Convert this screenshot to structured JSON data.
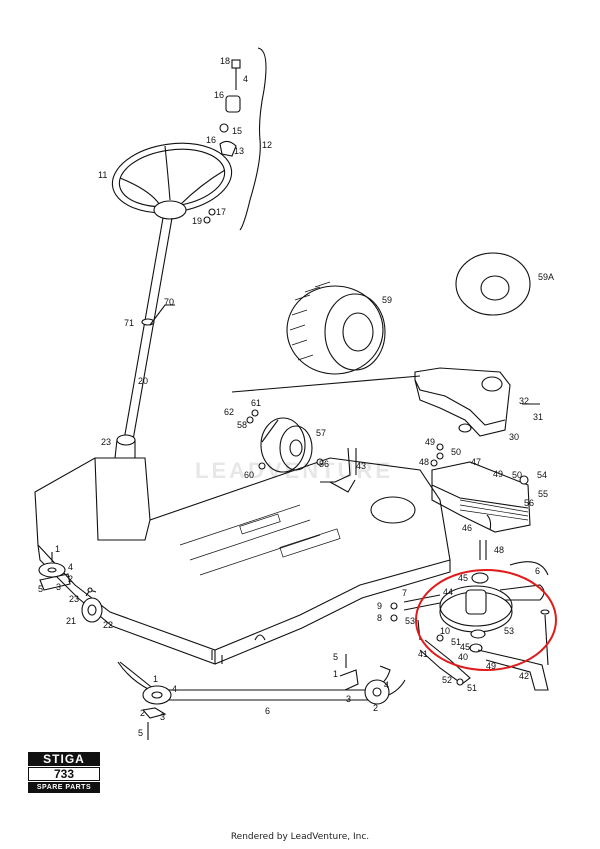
{
  "brand": {
    "name": "STIGA",
    "model": "733",
    "subtitle": "SPARE PARTS"
  },
  "watermark": "LEADVENTURE",
  "footer": "Rendered by LeadVenture, Inc.",
  "highlight_color": "#e01b1b",
  "callouts": {
    "c18": "18",
    "c4a": "4",
    "c16a": "16",
    "c15": "15",
    "c16b": "16",
    "c13": "13",
    "c12": "12",
    "c11": "11",
    "c17": "17",
    "c19": "19",
    "c70": "70",
    "c71": "71",
    "c20": "20",
    "c23a": "23",
    "c59": "59",
    "c59A": "59A",
    "c32": "32",
    "c31": "31",
    "c30": "30",
    "c62": "62",
    "c61": "61",
    "c58": "58",
    "c57": "57",
    "c60": "60",
    "c56a": "56",
    "c43": "43",
    "c49a": "49",
    "c50a": "50",
    "c48a": "48",
    "c47": "47",
    "c49b": "49",
    "c54": "54",
    "c50b": "50",
    "c55": "55",
    "c56b": "56",
    "c46": "46",
    "c48b": "48",
    "c6a": "6",
    "c45a": "45",
    "c44": "44",
    "c7": "7",
    "c9": "9",
    "c8": "8",
    "c53a": "53",
    "c10": "10",
    "c51a": "51",
    "c53b": "53",
    "c45b": "45",
    "c40": "40",
    "c49c": "49",
    "c41": "41",
    "c42": "42",
    "c52": "52",
    "c51b": "51",
    "c1a": "1",
    "c4b": "4",
    "c2a": "2",
    "c5a": "5",
    "c3a": "3",
    "c23b": "23",
    "c21": "21",
    "c22": "22",
    "c5b": "5",
    "c1b": "1",
    "c4c": "4",
    "c3b": "3",
    "c2b": "2",
    "c6b": "6",
    "c5c": "5",
    "c3c": "3",
    "c2c": "2",
    "c1c": "1",
    "c4d": "4"
  }
}
